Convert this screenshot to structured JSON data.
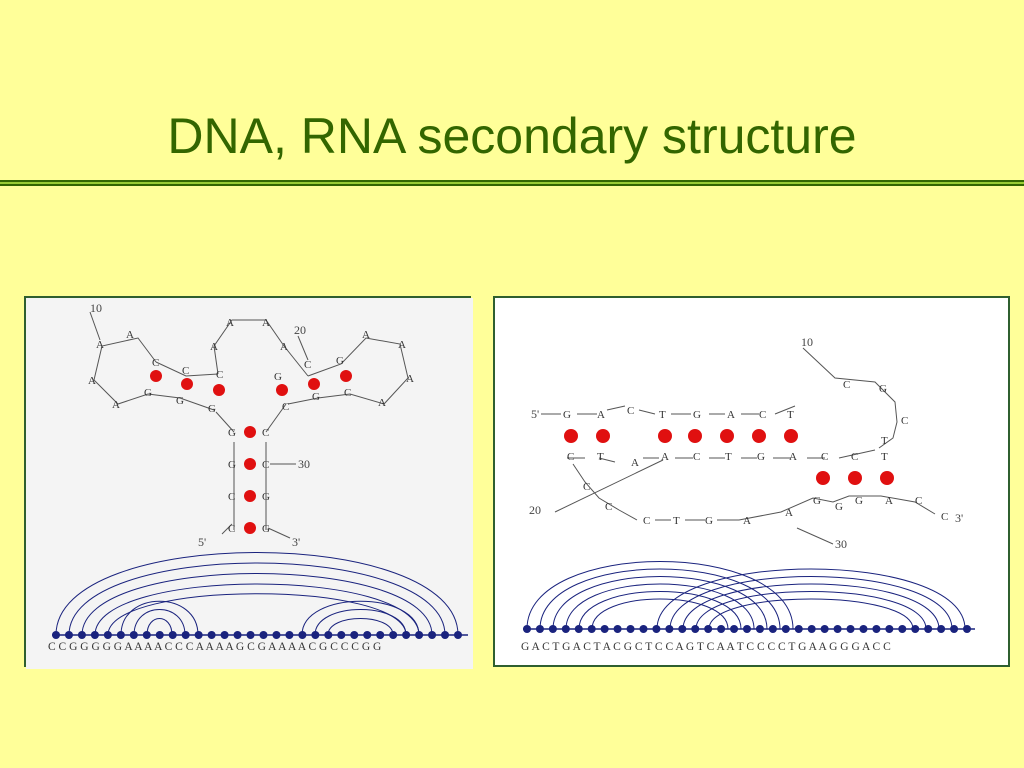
{
  "title": "DNA, RNA secondary structure",
  "colors": {
    "background": "#ffff99",
    "title": "#336600",
    "rule": "#99cc33",
    "base_pair_dot": "#e01010",
    "arc": "#1a237e"
  },
  "left_figure": {
    "sequence": "CCGGGGGAAAACCCAAAAGCGAAAACGCCCGG",
    "sequence_text": "C C G G G G G A A A A C C C A A A A G C G A A A A C G C C C G G",
    "label_10": "10",
    "label_20": "20",
    "label_30": "30",
    "label_5p": "5'",
    "label_3p": "3'"
  },
  "right_figure": {
    "sequence_text": "G A C T  G A C  T A C  G C  T C C  A G  T C A  A  T C C C  C  T  G A A G  G G A C C",
    "label_5p": "5'",
    "label_3p": "3'",
    "label_10": "10",
    "label_20": "20",
    "label_30": "30"
  }
}
